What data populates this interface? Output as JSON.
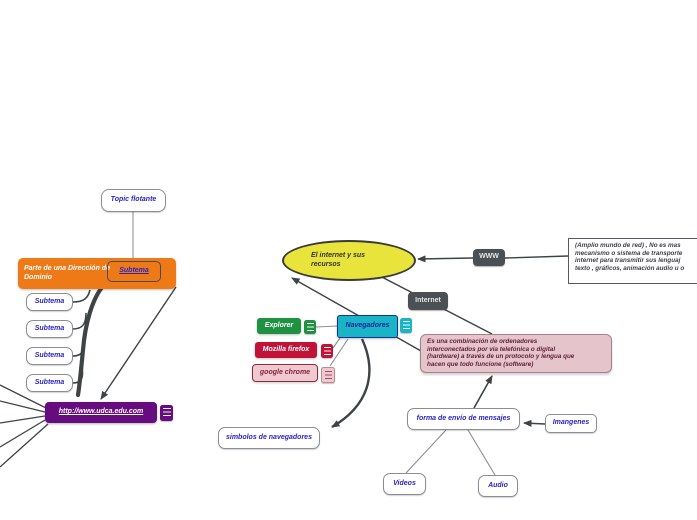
{
  "palette": {
    "orange": "#ee7a17",
    "purple": "#670c7e",
    "yellow_center": "#e9e43b",
    "teal": "#17b5c6",
    "teal_border": "#1a2f9e",
    "green": "#1e9240",
    "crimson": "#c11338",
    "pink_node": "#efc9d1",
    "pink_box": "#e6c4cc",
    "slate_label": "#4b5054",
    "link_text_blue": "#2a23c8",
    "connector": "#3e4345"
  },
  "map": {
    "floating_topic": "Topic flotante",
    "domain_box": "Parte de una Dirección de Dominio",
    "subtema_overlay": "Subtema",
    "subtemas": [
      "Subtema",
      "Subtema",
      "Subtema",
      "Subtema"
    ],
    "url_node": "http://www.udca.edu.com",
    "central_topic": "El internet y sus recursos",
    "www_label": "WWW",
    "www_note": "(Amplio mundo de red) , No es mas\nmecanismo o sistema de transporte\ninternet para transmitir sus lenguaj\ntexto , gráficos, animación audio u o",
    "internet_label": "Internet",
    "navegadores": "Navegadores",
    "explorer": "Explorer",
    "mozilla": "Mozilla firefox",
    "chrome": "google chrome",
    "definition_box": "Es una combinación de ordenadores\ninterconectados por via telefónica o digital\n(hardware) a través de un protocolo y lengua que\nhacen que todo funcione (software)",
    "forma_envio": "forma de envío de mensajes",
    "imangenes": "Imangenes",
    "videos": "Videos",
    "audio": "Audio",
    "simbolos": "simbolos de navegadores"
  }
}
